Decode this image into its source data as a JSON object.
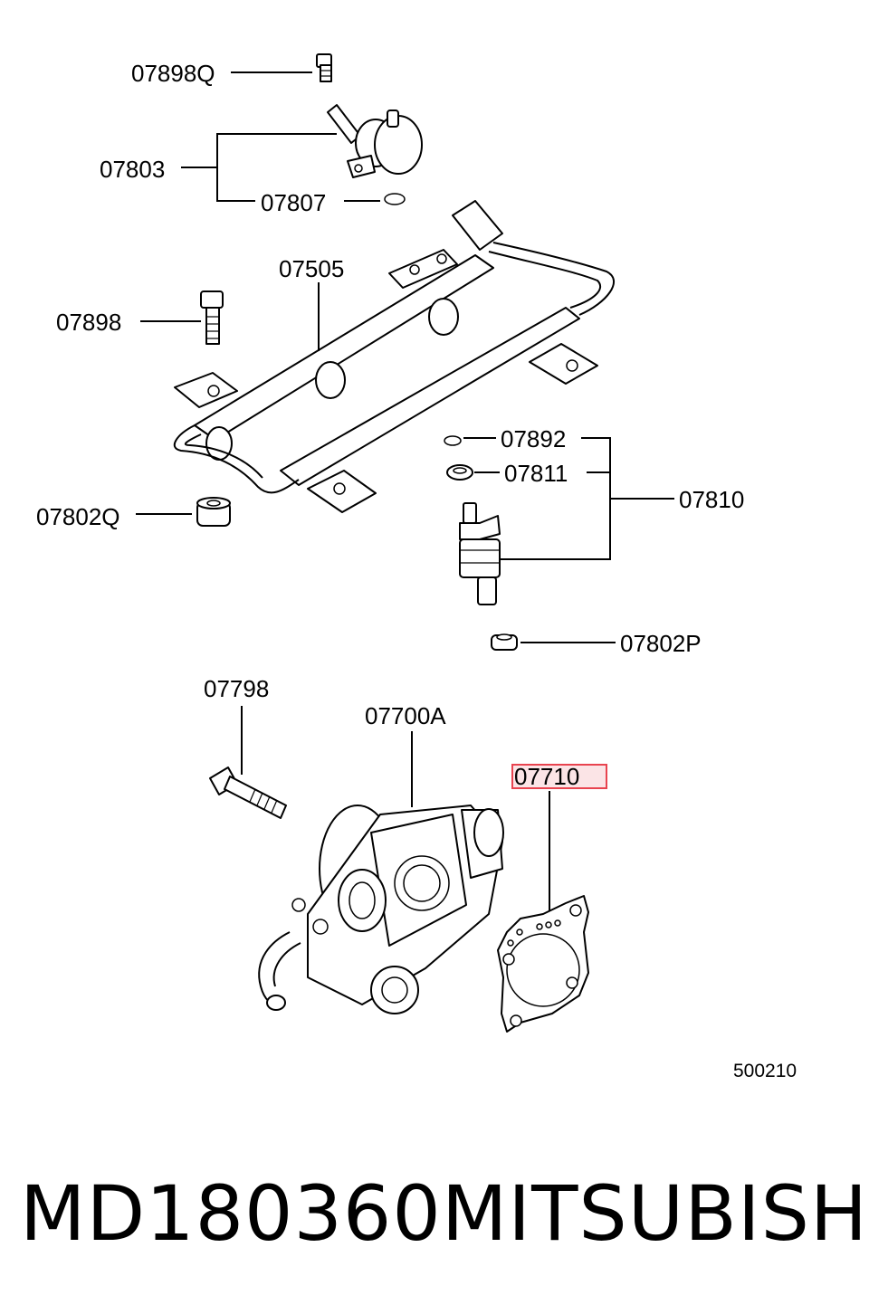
{
  "diagram": {
    "labels": {
      "p07898q": "07898Q",
      "p07803": "07803",
      "p07807": "07807",
      "p07505": "07505",
      "p07898": "07898",
      "p07892": "07892",
      "p07811": "07811",
      "p07810": "07810",
      "p07802q": "07802Q",
      "p07802p": "07802P",
      "p07798": "07798",
      "p07700a": "07700A",
      "p07710": "07710"
    },
    "highlighted_part": "07710",
    "highlight_color": "#e8434f",
    "figure_code": "500210"
  },
  "caption": {
    "part_number": "MD180360",
    "brand": "MITSUBISHI"
  }
}
